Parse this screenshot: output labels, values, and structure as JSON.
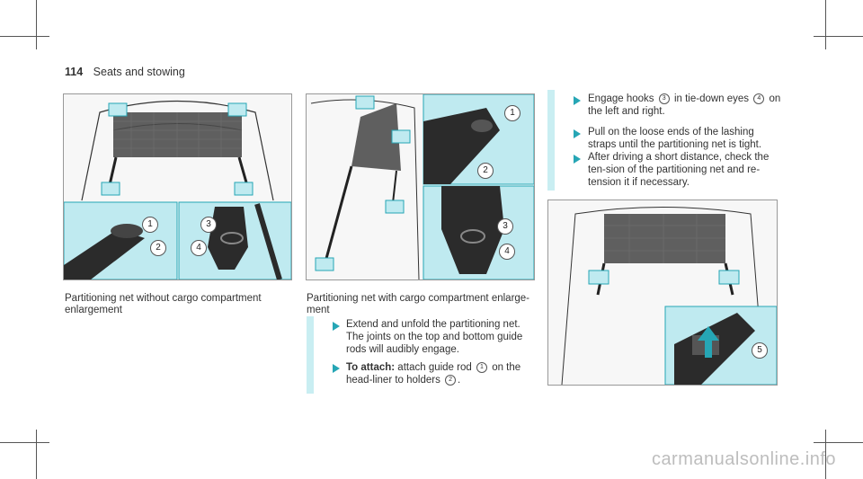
{
  "header": {
    "page_number": "114",
    "section": "Seats and stowing"
  },
  "figures": {
    "left_caption": "Partitioning net without cargo compartment enlargement",
    "middle_caption": "Partitioning net with cargo compartment enlarge-ment"
  },
  "callouts": {
    "n1": "1",
    "n2": "2",
    "n3": "3",
    "n4": "4",
    "n5": "5"
  },
  "steps": {
    "s1": "Extend and unfold the partitioning net. The joints on the top and bottom guide rods will audibly engage.",
    "s2_label": "To attach:",
    "s2_text": "attach guide rod",
    "s2_mid": "on the head-liner to holders",
    "s2_end": ".",
    "s3_a": "Engage hooks",
    "s3_b": "in tie-down eyes",
    "s3_c": "on the left and right.",
    "s4": "Pull on the loose ends of the lashing straps until the partitioning net is tight.",
    "s5": "After driving a short distance, check the ten-sion of the partitioning net and re-tension it if necessary."
  },
  "watermark": "carmanualsonline.info",
  "colors": {
    "accent": "#c9eef2",
    "arrow": "#26a6b5",
    "highlight": "#bfeaf0"
  }
}
